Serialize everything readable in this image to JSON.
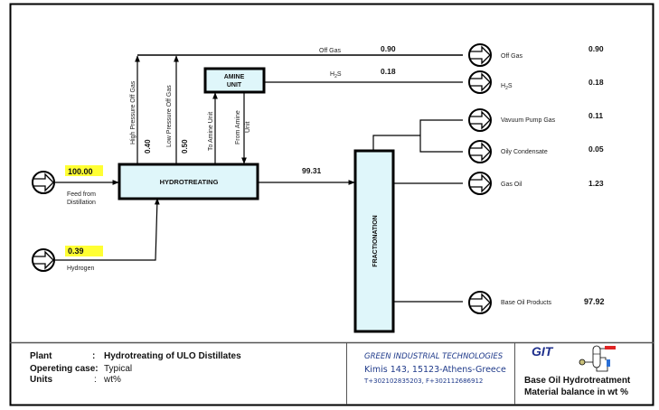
{
  "diagram": {
    "title": "Base Oil Hydrotreatment",
    "subtitle": "Material balance in wt %",
    "units": {
      "hydrotreating": {
        "label": "HYDROTREATING"
      },
      "amine": {
        "label_line1": "AMINE",
        "label_line2": "UNIT"
      },
      "fractionation": {
        "label": "FRACTIONATION"
      }
    },
    "feeds": [
      {
        "id": "feed",
        "label_line1": "Feed from",
        "label_line2": "Distillation",
        "value": "100.00",
        "highlight": "#ffff33"
      },
      {
        "id": "hydrogen",
        "label_line1": "Hydrogen",
        "label_line2": "",
        "value": "0.39",
        "highlight": "#ffff33"
      }
    ],
    "internal_streams": {
      "hp_off_gas": {
        "label": "High Pressure Off Gas",
        "value": "0.40"
      },
      "lp_off_gas": {
        "label": "Low Pressure Off Gas",
        "value": "0.50"
      },
      "to_amine": {
        "label": "To Amine Unit"
      },
      "from_amine": {
        "label_line1": "From Amine",
        "label_line2": "Unit"
      },
      "off_gas_line": {
        "label": "Off Gas",
        "value": "0.90"
      },
      "h2s_line": {
        "label": "H",
        "label_sub": "2",
        "label_end": "S",
        "value": "0.18"
      },
      "ht_to_frac": {
        "value": "99.31"
      }
    },
    "products": [
      {
        "id": "off-gas",
        "label": "Off Gas",
        "value": "0.90"
      },
      {
        "id": "h2s",
        "label": "H",
        "label_sub": "2",
        "label_end": "S",
        "value": "0.18"
      },
      {
        "id": "vacuum-pump-gas",
        "label": "Vavuum Pump Gas",
        "value": "0.11"
      },
      {
        "id": "oily-condensate",
        "label": "Oily Condensate",
        "value": "0.05"
      },
      {
        "id": "gas-oil",
        "label": "Gas Oil",
        "value": "1.23"
      },
      {
        "id": "base-oil-products",
        "label": "Base Oil Products",
        "value": "97.92"
      }
    ],
    "colors": {
      "unit_fill": "#dff6fa",
      "line": "#000000"
    }
  },
  "footer": {
    "plant_label": "Plant",
    "plant_sep": ":",
    "plant_value": "Hydrotreating of ULO Distillates",
    "case_label": "Opereting case:",
    "case_value": "Typical",
    "units_label": "Units",
    "units_sep": ":",
    "units_value": "wt%",
    "company_name": "GREEN INDUSTRIAL TECHNOLOGIES",
    "company_address": "Kimis 143, 15123-Athens-Greece",
    "company_phone": "T+302102835203, F+302112686912",
    "logo_text": "GIT",
    "doc_title": "Base Oil Hydrotreatment",
    "doc_subtitle": "Material balance in wt %"
  }
}
